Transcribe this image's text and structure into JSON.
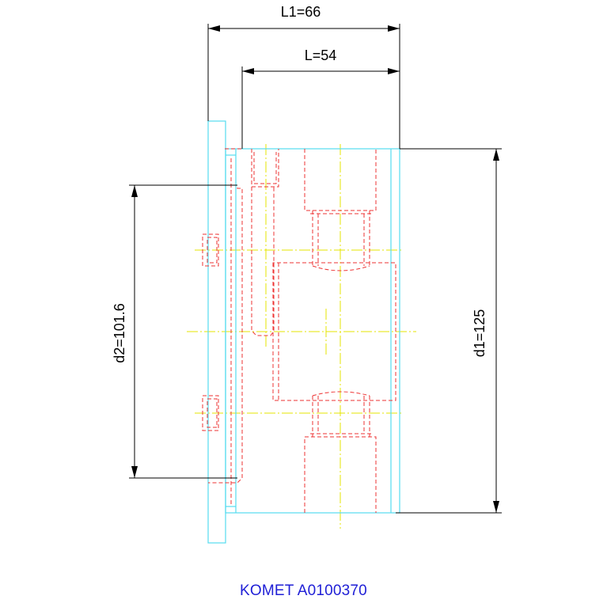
{
  "dimensions": {
    "L1": "L1=66",
    "L": "L=54",
    "d1": "d1=125",
    "d2": "d2=101.6"
  },
  "caption": "KOMET A0100370",
  "colors": {
    "outline": "#55dcf0",
    "hidden": "#ee3333",
    "centerline": "#e6e600",
    "dimension": "#000000",
    "caption": "#1f1fd6"
  }
}
